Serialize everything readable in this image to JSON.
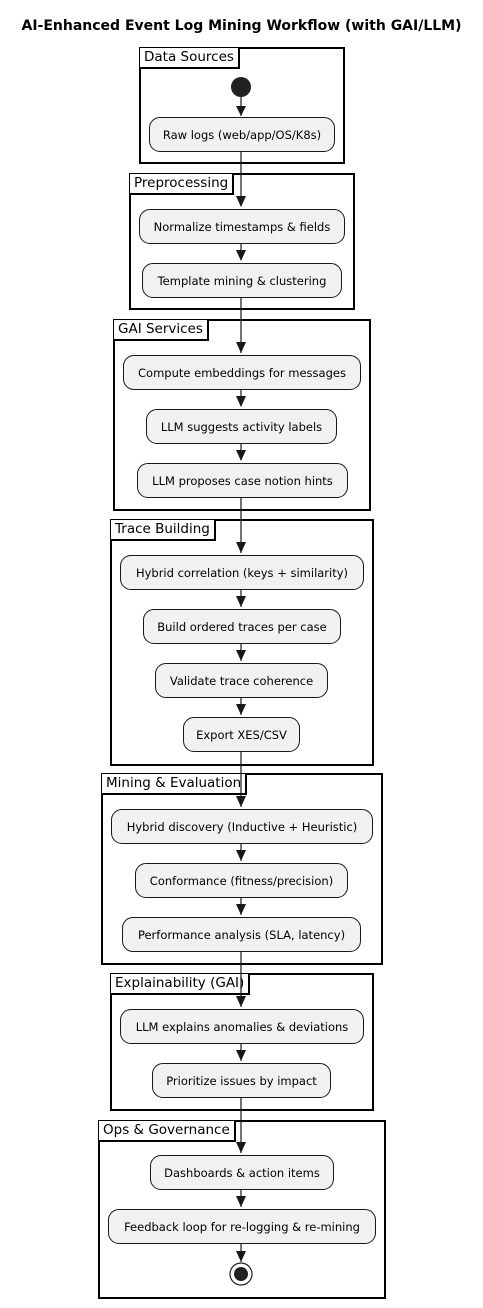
{
  "title": "AI-Enhanced Event Log Mining Workflow (with GAI/LLM)",
  "frames": [
    {
      "label": "Data Sources",
      "steps": [
        "Raw logs (web/app/OS/K8s)"
      ]
    },
    {
      "label": "Preprocessing",
      "steps": [
        "Normalize timestamps & fields",
        "Template mining & clustering"
      ]
    },
    {
      "label": "GAI Services",
      "steps": [
        "Compute embeddings for messages",
        "LLM suggests activity labels",
        "LLM proposes case notion hints"
      ]
    },
    {
      "label": "Trace Building",
      "steps": [
        "Hybrid correlation (keys + similarity)",
        "Build ordered traces per case",
        "Validate trace coherence",
        "Export XES/CSV"
      ]
    },
    {
      "label": "Mining & Evaluation",
      "steps": [
        "Hybrid discovery (Inductive + Heuristic)",
        "Conformance (fitness/precision)",
        "Performance analysis (SLA, latency)"
      ]
    },
    {
      "label": "Explainability (GAI)",
      "steps": [
        "LLM explains anomalies & deviations",
        "Prioritize issues by impact"
      ]
    },
    {
      "label": "Ops & Governance",
      "steps": [
        "Dashboards & action items",
        "Feedback loop for re-logging & re-mining"
      ]
    }
  ]
}
